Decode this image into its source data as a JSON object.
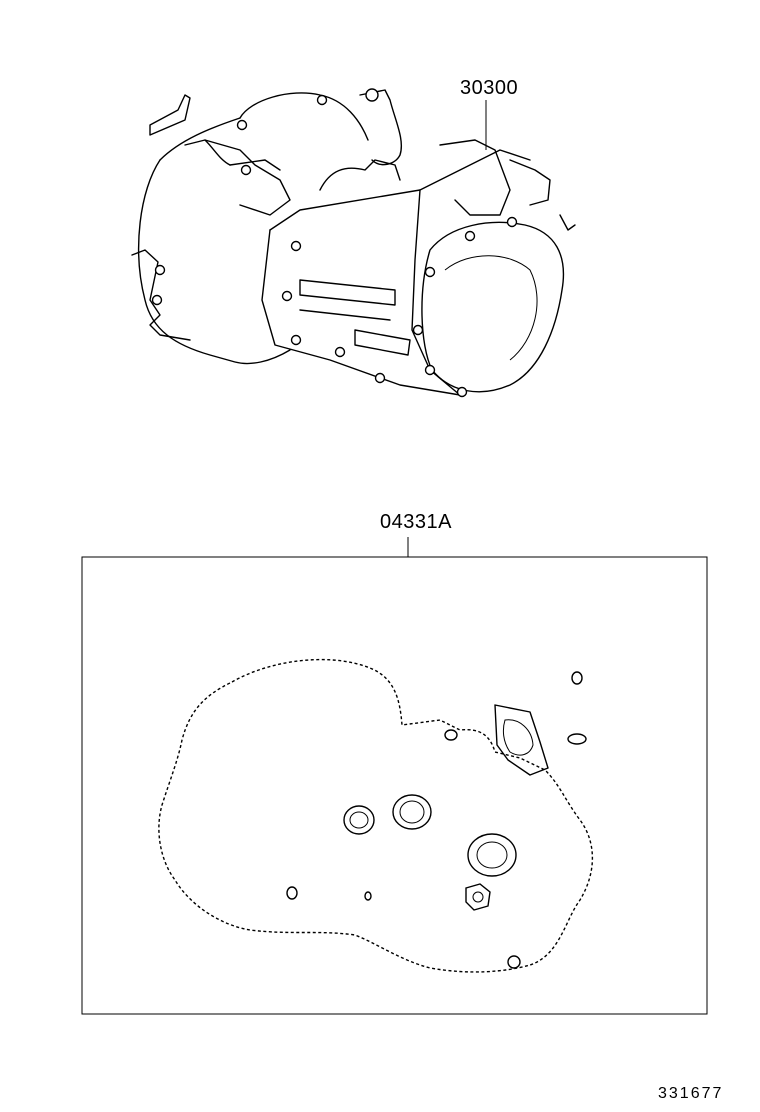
{
  "diagram": {
    "part_labels": {
      "transaxle_assembly": "30300",
      "gasket_kit": "04331A"
    },
    "illustration_code": "331677"
  }
}
